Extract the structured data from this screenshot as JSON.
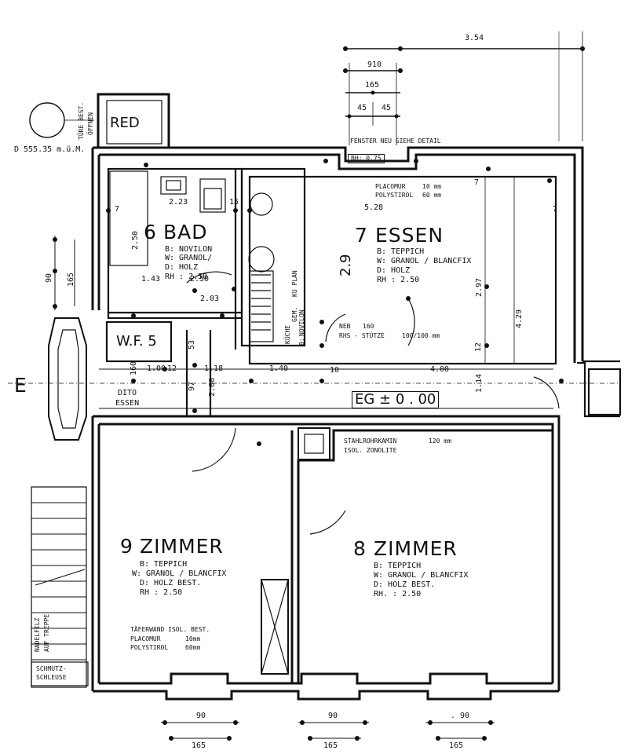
{
  "top_dims": {
    "width_354": "3.54",
    "d910": "910",
    "d165": "165",
    "d45a": "45",
    "d45b": "45"
  },
  "site": {
    "elevation": "D 555.35 m.ü.M.",
    "door_note_1": "TÜRE BEST.",
    "door_note_2": "ÖFFNEN",
    "red_label": "RED"
  },
  "window_note": "FENSTER NEU SIEHE DETAIL",
  "bh": "BH: 0.75",
  "insulation_top": {
    "line1": "PLACOMUR",
    "v1": "10 mm",
    "line2": "POLYSTIROL",
    "v2": "60 mm"
  },
  "rooms": {
    "bad": {
      "number": "6",
      "name": "BAD",
      "floor": "B: NOVILON",
      "walls": "W: GRANOL/",
      "ceiling": "D: HOLZ",
      "height": "RH : 2.50"
    },
    "essen": {
      "number": "7",
      "name": "ESSEN",
      "floor": "B: TEPPICH",
      "walls": "W: GRANOL / BLANCFIX",
      "ceiling": "D: HOLZ",
      "height": "RH : 2.50"
    },
    "wf": {
      "name": "W.F. 5"
    },
    "zimmer9": {
      "number": "9",
      "name": "ZIMMER",
      "floor": "B: TEPPICH",
      "walls": "W: GRANOL / BLANCFIX",
      "ceiling": "D: HOLZ BEST.",
      "height": "RH : 2.50"
    },
    "zimmer8": {
      "number": "8",
      "name": "ZIMMER",
      "floor": "B: TEPPICH",
      "walls": "W: GRANOL / BLANCFIX",
      "ceiling": "D: HOLZ BEST.",
      "height": "RH. : 2.50"
    }
  },
  "dims": {
    "d223": "2.23",
    "d15": "15",
    "d7a": "7",
    "d7b": "7",
    "d7c": "7",
    "d528": "5.28",
    "d250": "2.50",
    "d90_left": "90",
    "d165_left": "165",
    "d143": "1.43",
    "d250b": "2.50",
    "d203": "2.03",
    "d297": "2.97",
    "d429": "4.29",
    "d12": "12",
    "d2_9": "2.9",
    "d100": "1.00",
    "d12b": "12",
    "d118": "1.18",
    "d140": "1.40",
    "d10": "10",
    "d400": "4.00",
    "d114": "1.14",
    "d160": "160",
    "d97": "97",
    "d200": "2.00",
    "d53": "53"
  },
  "kitchen": {
    "label1": "KÜCHE",
    "label2": "GEM.",
    "label3": "KU PLAN",
    "label4": "NOVILON",
    "label5": "B:"
  },
  "neb": {
    "line1": "NEB",
    "v1": "160",
    "line2": "RHS - STÜTZE",
    "v2": "100/100 mm"
  },
  "dito": {
    "line1": "DITO",
    "line2": "ESSEN"
  },
  "eg_label": "EG   ± 0 . 00",
  "entrance": "E",
  "chimney": {
    "line1": "STAHLROHRKAMIN",
    "v1": "120 mm",
    "line2": "ISOL. ZONOLITE"
  },
  "partition": {
    "line1": "TÄFERWAND ISOL. BEST.",
    "line2": "PLACOMUR",
    "v2": "10mm",
    "line3": "POLYSTIROL",
    "v3": "60mm"
  },
  "stair_note": {
    "line1": "NADELFILZ",
    "line2": "AUF TREPPE"
  },
  "schmutz": {
    "line1": "SCHMUTZ-",
    "line2": "SCHLEUSE"
  },
  "bottom_dims": {
    "a90": "90",
    "a165": "165",
    "b90": "90",
    "b165": "165",
    "c90": ". 90",
    "c165": "165"
  }
}
